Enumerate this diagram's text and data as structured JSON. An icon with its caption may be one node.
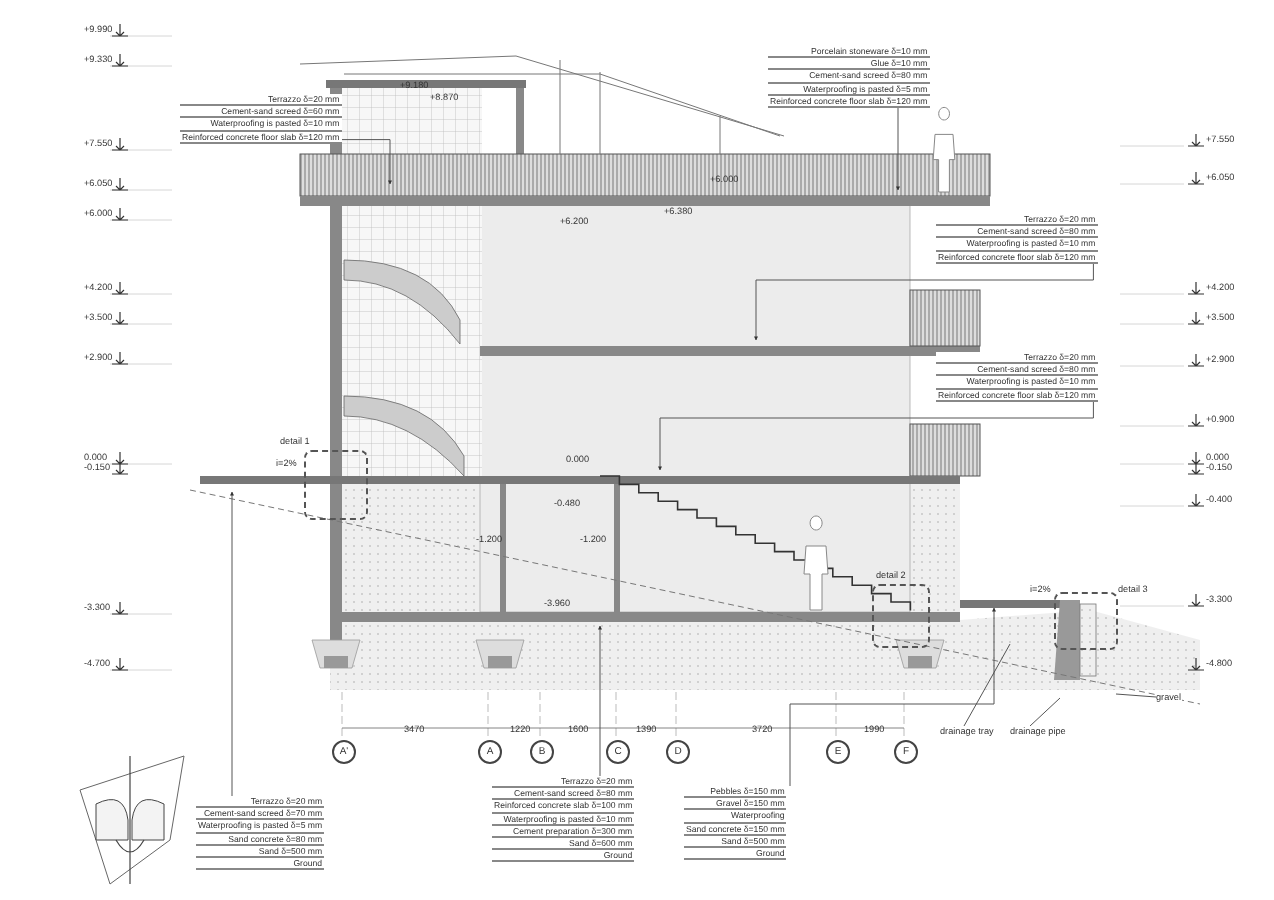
{
  "diagram": {
    "nodes": [
      {
        "text": [
          "Terrazzo δ=20 mm",
          "Cement-sand screed δ=60 mm",
          "Waterproofing is pasted δ=10 mm",
          "Reinforced concrete floor slab δ=120 mm"
        ]
      },
      {
        "text": [
          "Porcelain stoneware δ=10 mm",
          "Glue δ=10 mm",
          "Cement-sand screed δ=80 mm",
          "Waterproofing is pasted δ=5 mm",
          "Reinforced concrete floor slab δ=120 mm"
        ]
      },
      {
        "text": [
          "Terrazzo δ=20 mm",
          "Cement-sand screed δ=80 mm",
          "Waterproofing is pasted δ=10 mm",
          "Reinforced concrete floor slab δ=120 mm"
        ]
      },
      {
        "text": [
          "Terrazzo δ=20 mm",
          "Cement-sand screed δ=80 mm",
          "Waterproofing is pasted δ=10 mm",
          "Reinforced concrete floor slab δ=120 mm"
        ]
      },
      {
        "text": [
          "detail 1"
        ]
      },
      {
        "text": [
          "detail 2"
        ]
      },
      {
        "text": [
          "detail 3"
        ]
      },
      {
        "text": [
          "drainage tray"
        ]
      },
      {
        "text": [
          "drainage pipe"
        ]
      },
      {
        "text": [
          "gravel"
        ]
      },
      {
        "text": [
          "A'"
        ]
      },
      {
        "text": [
          "A"
        ]
      },
      {
        "text": [
          "B"
        ]
      },
      {
        "text": [
          "C"
        ]
      },
      {
        "text": [
          "D"
        ]
      },
      {
        "text": [
          "E"
        ]
      },
      {
        "text": [
          "F"
        ]
      },
      {
        "text": [
          "Terrazzo δ=20 mm",
          "Cement-sand screed δ=70 mm",
          "Waterproofing is pasted δ=5 mm",
          "Sand concrete δ=80 mm",
          "Sand δ=500 mm",
          "Ground"
        ]
      },
      {
        "text": [
          "Terrazzo δ=20 mm",
          "Cement-sand screed δ=80 mm",
          "Reinforced concrete slab δ=100 mm",
          "Waterproofing is pasted δ=10 mm",
          "Cement preparation δ=300 mm",
          "Sand δ=600 mm",
          "Ground"
        ]
      },
      {
        "text": [
          "Pebbles δ=150 mm",
          "Gravel δ=150 mm",
          "Waterproofing",
          "Sand concrete δ=150 mm",
          "Sand δ=500 mm",
          "Ground"
        ]
      }
    ],
    "edges": [
      {
        "from": 0,
        "to": null,
        "arrow": "to"
      },
      {
        "from": 1,
        "to": null,
        "arrow": "to"
      },
      {
        "from": 2,
        "to": null,
        "arrow": "to"
      },
      {
        "from": 3,
        "to": null,
        "arrow": "to"
      },
      {
        "from": 7,
        "to": null,
        "arrow": "none"
      },
      {
        "from": 8,
        "to": null,
        "arrow": "none"
      },
      {
        "from": 9,
        "to": null,
        "arrow": "none"
      },
      {
        "from": 17,
        "to": null,
        "arrow": "to"
      },
      {
        "from": 18,
        "to": null,
        "arrow": "to"
      },
      {
        "from": 19,
        "to": null,
        "arrow": "to"
      }
    ],
    "labels": [
      "+9.990",
      "+9.330",
      "+9.180",
      "+8.870",
      "+7.550",
      "+7.550",
      "+6.050",
      "+6.200",
      "+6.000",
      "+6.380",
      "+6.050",
      "+6.000",
      "+4.200",
      "+4.200",
      "+3.500",
      "+3.500",
      "+2.900",
      "+2.900",
      "+0.900",
      "0.000",
      "-0.150",
      "0.000",
      "0.000",
      "-0.150",
      "-0.400",
      "i=2%",
      "-0.480",
      "-1.200",
      "-1.200",
      "-3.300",
      "-3.960",
      "i=2%",
      "-3.300",
      "-4.700",
      "-4.800",
      "3470",
      "1220",
      "1600",
      "1390",
      "3720",
      "1990"
    ]
  }
}
